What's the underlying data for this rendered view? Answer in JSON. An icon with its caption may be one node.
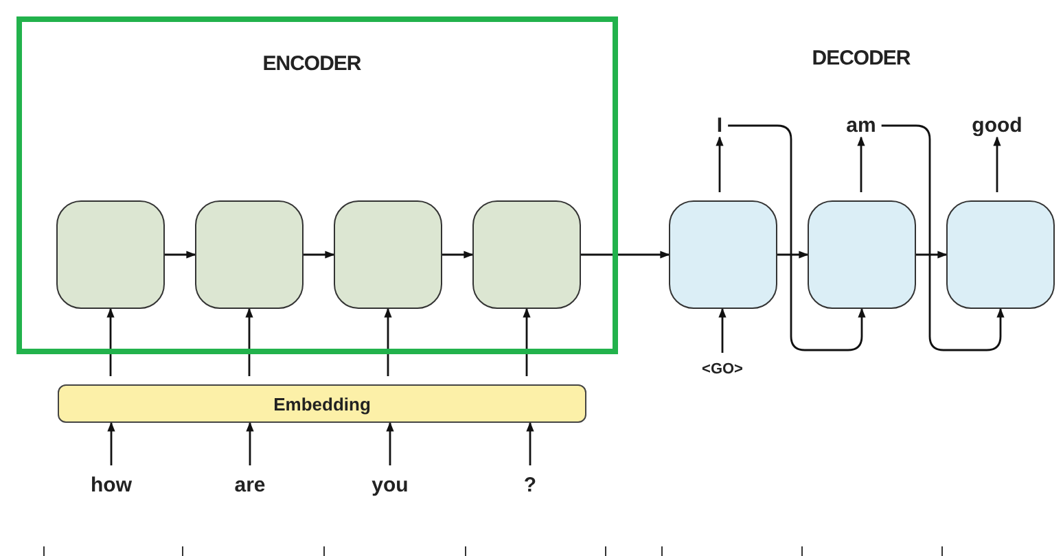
{
  "diagram": {
    "nodes": [
      {
        "text": [
          "ENCODER"
        ]
      },
      {
        "text": [],
        "shape": "box",
        "in": 0
      },
      {
        "text": [],
        "shape": "box",
        "in": 0
      },
      {
        "text": [],
        "shape": "box",
        "in": 0
      },
      {
        "text": [],
        "shape": "box",
        "in": 0
      },
      {
        "text": [
          "I"
        ]
      },
      {
        "text": [
          "am"
        ]
      },
      {
        "text": [
          "good"
        ]
      },
      {
        "text": [],
        "shape": "box"
      },
      {
        "text": [],
        "shape": "box"
      },
      {
        "text": [],
        "shape": "box"
      },
      {
        "text": [
          "<GO>"
        ]
      },
      {
        "text": [
          "Embedding"
        ]
      },
      {
        "text": [
          "how"
        ]
      },
      {
        "text": [
          "are"
        ]
      },
      {
        "text": [
          "you"
        ]
      },
      {
        "text": [
          "?"
        ]
      }
    ],
    "edges": [
      {
        "from": 1,
        "to": 2,
        "arrow": "to"
      },
      {
        "from": 2,
        "to": 3,
        "arrow": "to"
      },
      {
        "from": 3,
        "to": 4,
        "arrow": "to"
      },
      {
        "from": 4,
        "to": 8,
        "arrow": "to"
      },
      {
        "from": 8,
        "to": 9,
        "arrow": "to"
      },
      {
        "from": 9,
        "to": 10,
        "arrow": "to"
      },
      {
        "from": 8,
        "to": 5,
        "arrow": "to"
      },
      {
        "from": 9,
        "to": 6,
        "arrow": "to"
      },
      {
        "from": 10,
        "to": 7,
        "arrow": "to"
      },
      {
        "from": 5,
        "to": 9,
        "arrow": "to"
      },
      {
        "from": 6,
        "to": 10,
        "arrow": "to"
      },
      {
        "from": 11,
        "to": 8,
        "arrow": "to"
      },
      {
        "from": 12,
        "to": 1,
        "arrow": "to"
      },
      {
        "from": 12,
        "to": 2,
        "arrow": "to"
      },
      {
        "from": 12,
        "to": 3,
        "arrow": "to"
      },
      {
        "from": 12,
        "to": 4,
        "arrow": "to"
      },
      {
        "from": 13,
        "to": 12,
        "arrow": "to"
      },
      {
        "from": 14,
        "to": 12,
        "arrow": "to"
      },
      {
        "from": 15,
        "to": 12,
        "arrow": "to"
      },
      {
        "from": 16,
        "to": 12,
        "arrow": "to"
      }
    ],
    "labels": [
      "DECODER"
    ]
  }
}
